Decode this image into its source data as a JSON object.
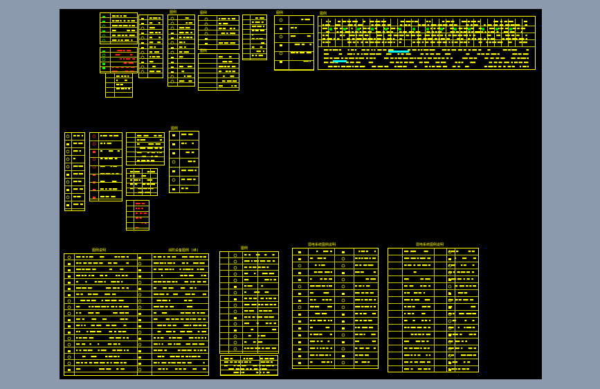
{
  "canvas": {
    "background": "#000000",
    "frame": "#8d9aae",
    "accent": "#ffff00"
  },
  "tables": {
    "big_left_title": "图例说明",
    "big_left_title2": "消防设备图例 (续)",
    "mid_title": "图例",
    "right1_title": "弱电系统图例说明",
    "right2_title": "弱电系统图例说明"
  },
  "top_labels": [
    "图例",
    "图例",
    "图例",
    "图例",
    "图例"
  ],
  "mid_labels": [
    "图例",
    "图例"
  ],
  "icons": [
    "table-icon"
  ]
}
